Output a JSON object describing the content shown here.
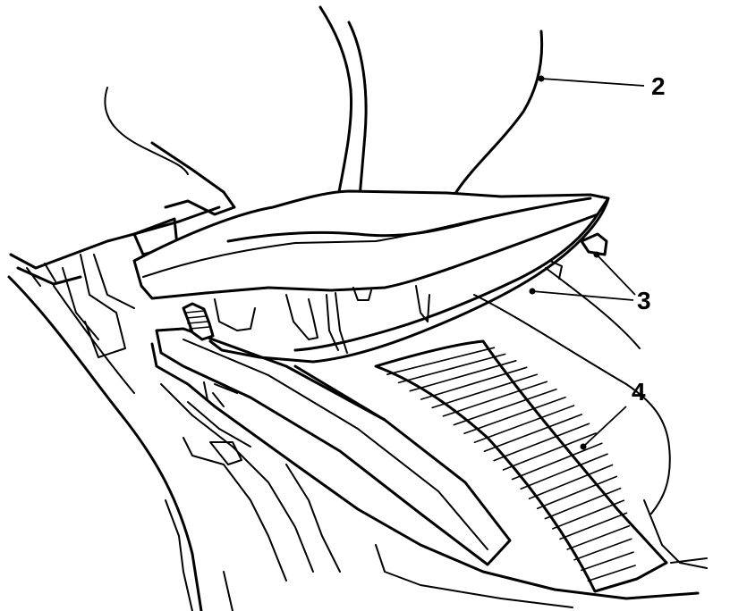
{
  "callouts": [
    {
      "id": "2",
      "label": "2"
    },
    {
      "id": "3",
      "label": "3"
    },
    {
      "id": "4",
      "label": "4"
    }
  ],
  "colors": {
    "line": "#000000",
    "background": "#ffffff"
  }
}
